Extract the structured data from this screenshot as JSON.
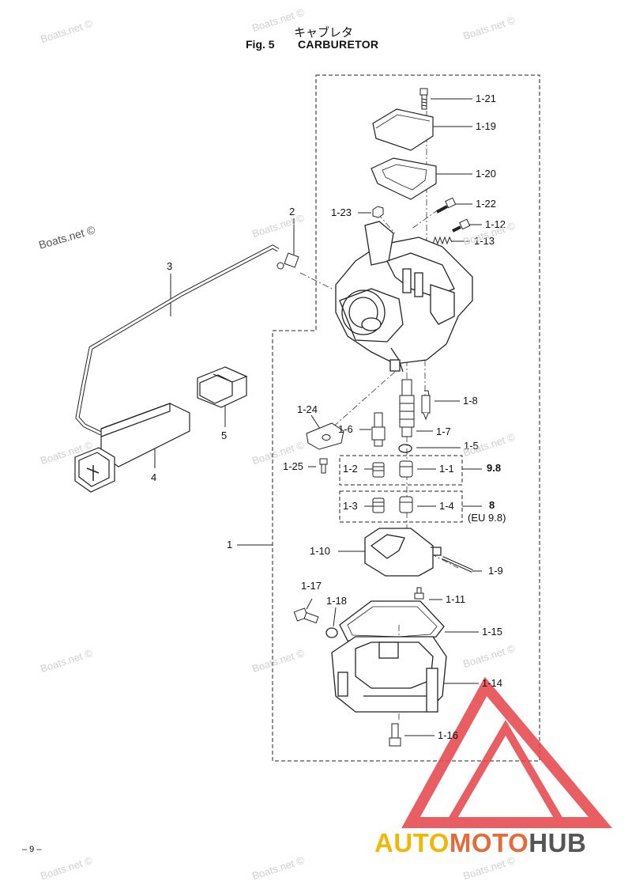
{
  "header": {
    "japanese_title": "キャブレタ",
    "fig_label": "Fig. 5",
    "title": "CARBURETOR"
  },
  "parts": {
    "p1": "1",
    "p2": "2",
    "p3": "3",
    "p4": "4",
    "p5": "5",
    "p1_1": "1-1",
    "p1_2": "1-2",
    "p1_3": "1-3",
    "p1_4": "1-4",
    "p1_5": "1-5",
    "p1_6": "1-6",
    "p1_7": "1-7",
    "p1_8": "1-8",
    "p1_9": "1-9",
    "p1_10": "1-10",
    "p1_11": "1-11",
    "p1_12": "1-12",
    "p1_13": "1-13",
    "p1_14": "1-14",
    "p1_15": "1-15",
    "p1_16": "1-16",
    "p1_17": "1-17",
    "p1_18": "1-18",
    "p1_19": "1-19",
    "p1_20": "1-20",
    "p1_21": "1-21",
    "p1_22": "1-22",
    "p1_23": "1-23",
    "p1_24": "1-24",
    "p1_25": "1-25"
  },
  "horsepower": {
    "upper_hp": "9.8",
    "lower_hp": "8",
    "lower_hp_note": "(EU 9.8)"
  },
  "watermarks": {
    "text": "Boats.net ©"
  },
  "footer": {
    "page_number": "– 9 –",
    "brand_part1": "AUTO",
    "brand_part2": "MOTO",
    "brand_part3": "HUB"
  },
  "colors": {
    "line": "#222222",
    "watermark": "#cfcfcf",
    "brand_red": "#e5484d",
    "brand_yellow": "#f2b705",
    "brand_orange": "#e56a3c",
    "brand_gray": "#555555"
  }
}
